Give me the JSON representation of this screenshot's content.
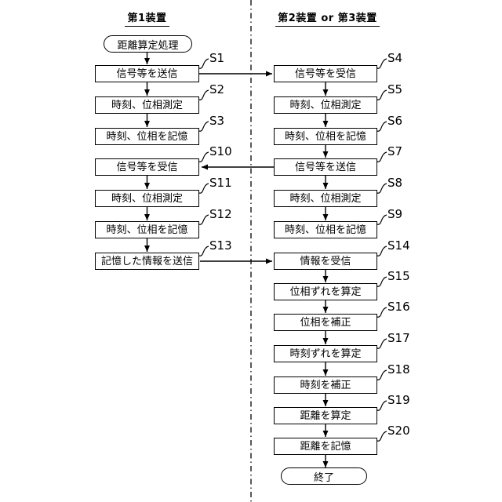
{
  "diagram": {
    "colors": {
      "line": "#000000",
      "background": "#ffffff"
    },
    "left_column": {
      "header": "第1装置",
      "start_terminal": "距離算定処理",
      "nodes": [
        {
          "step": "S1",
          "label": "信号等を送信"
        },
        {
          "step": "S2",
          "label": "時刻、位相測定"
        },
        {
          "step": "S3",
          "label": "時刻、位相を記憶"
        },
        {
          "step": "S10",
          "label": "信号等を受信"
        },
        {
          "step": "S11",
          "label": "時刻、位相測定"
        },
        {
          "step": "S12",
          "label": "時刻、位相を記憶"
        },
        {
          "step": "S13",
          "label": "記憶した情報を送信"
        }
      ]
    },
    "right_column": {
      "header": "第2装置 or 第3装置",
      "nodes": [
        {
          "step": "S4",
          "label": "信号等を受信"
        },
        {
          "step": "S5",
          "label": "時刻、位相測定"
        },
        {
          "step": "S6",
          "label": "時刻、位相を記憶"
        },
        {
          "step": "S7",
          "label": "信号等を送信"
        },
        {
          "step": "S8",
          "label": "時刻、位相測定"
        },
        {
          "step": "S9",
          "label": "時刻、位相を記憶"
        },
        {
          "step": "S14",
          "label": "情報を受信"
        },
        {
          "step": "S15",
          "label": "位相ずれを算定"
        },
        {
          "step": "S16",
          "label": "位相を補正"
        },
        {
          "step": "S17",
          "label": "時刻ずれを算定"
        },
        {
          "step": "S18",
          "label": "時刻を補正"
        },
        {
          "step": "S19",
          "label": "距離を算定"
        },
        {
          "step": "S20",
          "label": "距離を記憶"
        }
      ],
      "end_terminal": "終了"
    }
  }
}
